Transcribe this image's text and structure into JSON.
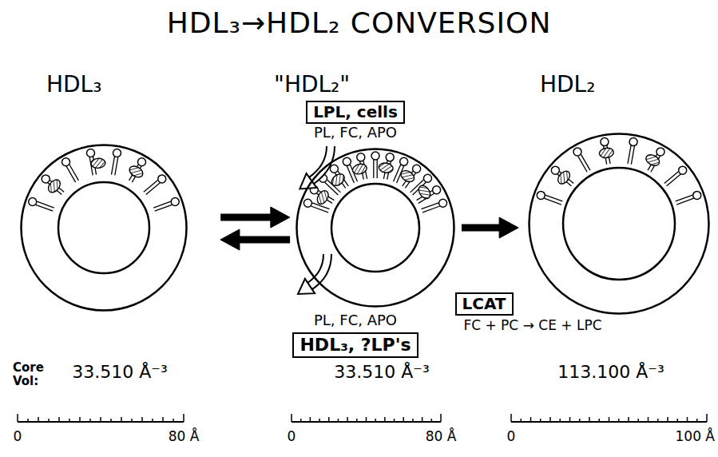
{
  "diagram": {
    "title": "HDL₃→HDL₂ CONVERSION",
    "nodes": [
      {
        "text": [
          "HDL₃"
        ]
      },
      {
        "text": [
          "\"HDL₂\""
        ]
      },
      {
        "text": [
          "HDL₂"
        ]
      },
      {
        "text": [
          "LPL, cells"
        ]
      },
      {
        "text": [
          "HDL₃, ?LP's"
        ]
      },
      {
        "text": [
          "LCAT"
        ]
      }
    ],
    "edges": [
      {
        "from": 0,
        "to": 1,
        "arrow": "to"
      },
      {
        "from": 1,
        "to": 0,
        "arrow": "to"
      },
      {
        "from": 1,
        "to": 2,
        "arrow": "to"
      }
    ],
    "labels": [
      "PL, FC, APO",
      "PL, FC, APO",
      "FC + PC → CE + LPC",
      "Core Vol:",
      "33.510 Å⁻³",
      "33.510 Å⁻³",
      "113.100 Å⁻³",
      "0",
      "80 Å",
      "0",
      "80 Å",
      "0",
      "100 Å"
    ]
  }
}
